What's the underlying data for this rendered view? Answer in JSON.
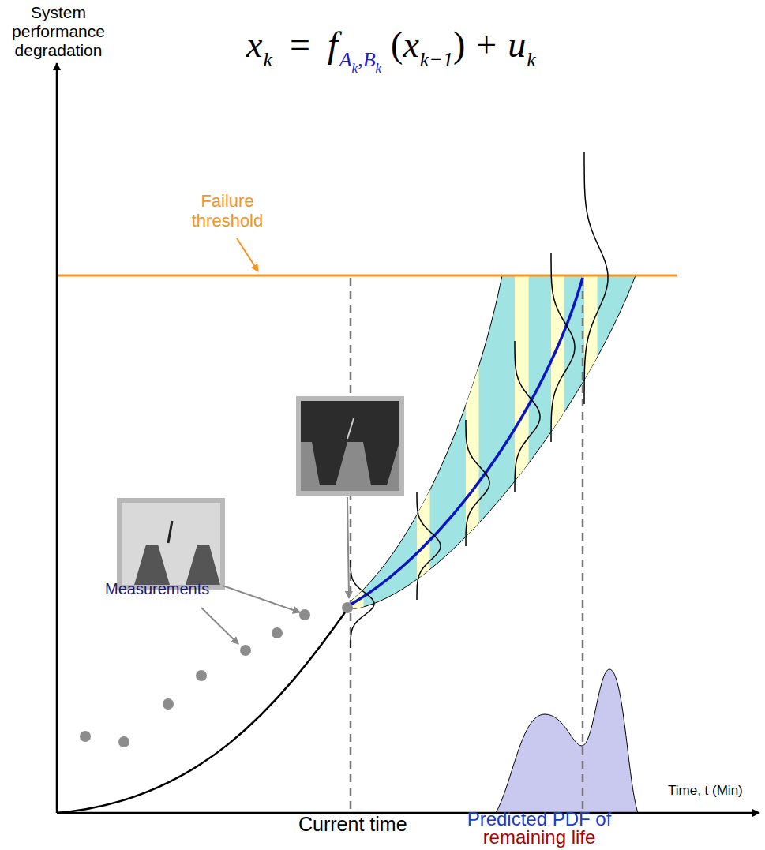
{
  "diagram": {
    "labels": [
      "System performance degradation",
      "x",
      "k",
      "=",
      "f",
      "A",
      "k",
      ",",
      "B",
      "k",
      "(",
      "x",
      "k−1",
      ")",
      "+",
      "u",
      "k",
      "Failure threshold",
      "Measurements",
      "Current time",
      "Time, t (Min)",
      "Predicted PDF of",
      "remaining life"
    ]
  }
}
